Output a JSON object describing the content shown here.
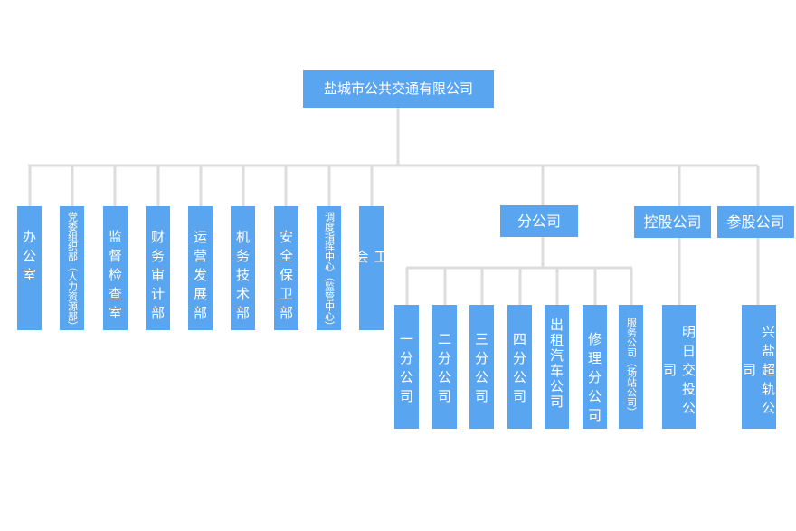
{
  "org_chart": {
    "root": "盐城市公共交通有限公司",
    "departments": [
      "办公室",
      "党委组织部（人力资源部）",
      "监督检查室",
      "财务审计部",
      "运营发展部",
      "机务技术部",
      "安全保卫部",
      "调度指挥中心（监管中心）",
      "工会"
    ],
    "branch_group": "分公司",
    "branches": [
      "一分公司",
      "二分公司",
      "三分公司",
      "四分公司",
      "出租汽车公司",
      "修理分公司",
      "服务公司（场站公司）"
    ],
    "holding_group": "控股公司",
    "holding_companies": [
      "明日交投公司"
    ],
    "equity_group": "参股公司",
    "equity_companies": [
      "兴盐超轨公司"
    ],
    "colors": {
      "box": "#5aa5f0",
      "connector": "#dddddd",
      "text": "#ffffff"
    }
  }
}
